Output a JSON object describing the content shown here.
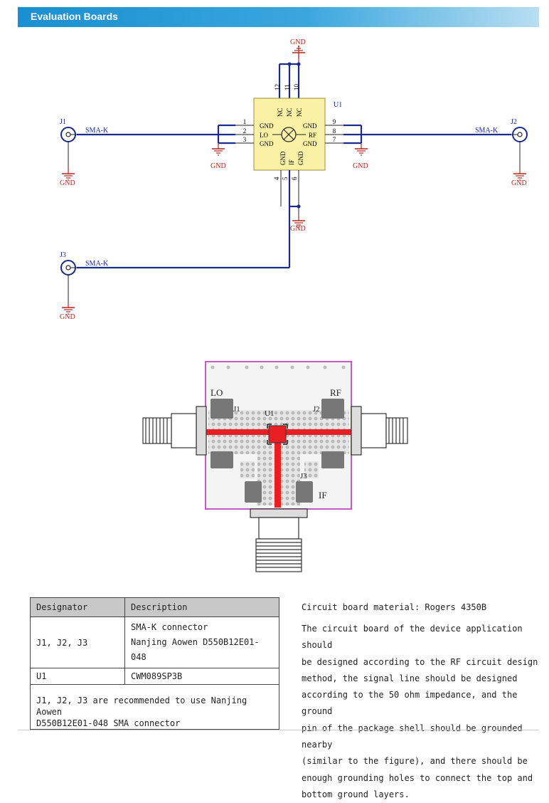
{
  "header": {
    "title": "Evaluation Boards"
  },
  "schematic": {
    "ic_ref": "U1",
    "pins": {
      "p1": "1",
      "p2": "2",
      "p3": "3",
      "p4": "4",
      "p5": "5",
      "p6": "6",
      "p7": "7",
      "p8": "8",
      "p9": "9",
      "p10": "10",
      "p11": "11",
      "p12": "12"
    },
    "pin_names": {
      "nc": "NC",
      "gnd": "GND",
      "lo": "LO",
      "rf": "RF",
      "if": "IF"
    },
    "connectors": {
      "j1": "J1",
      "j2": "J2",
      "j3": "J3",
      "type": "SMA-K"
    },
    "gnd_label": "GND"
  },
  "pcb": {
    "lo": "LO",
    "rf": "RF",
    "if": "IF",
    "u1": "U1",
    "j1": "J1",
    "j2": "J2",
    "j3": "J3"
  },
  "table": {
    "headers": [
      "Designator",
      "Description"
    ],
    "rows": [
      {
        "designator": "J1, J2, J3",
        "desc_line1": "SMA-K connector",
        "desc_line2": "Nanjing Aowen D550B12E01-048"
      },
      {
        "designator": "U1",
        "desc_line1": "CWM089SP3B"
      }
    ],
    "note_line1": "J1, J2, J3 are recommended to use Nanjing Aowen",
    "note_line2": "D550B12E01-048 SMA connector"
  },
  "notes": {
    "material": "Circuit board material: Rogers 4350B",
    "l1": "The circuit board of the device application should",
    "l2": "be designed according to the RF circuit design",
    "l3": "method, the signal line should be designed",
    "l4": "according to the 50 ohm impedance, and the ground",
    "l5": "pin of the package shell should be grounded nearby",
    "l6": "(similar to the figure), and there should be",
    "l7": "enough grounding holes to connect the top and",
    "l8": "bottom ground layers."
  },
  "colors": {
    "header_start": "#1a8fd0",
    "wire": "#1a2b8f",
    "gnd": "#b0261f",
    "ic_fill": "#fbf1a6",
    "trace": "#e81f25",
    "outline": "#c659c6"
  }
}
